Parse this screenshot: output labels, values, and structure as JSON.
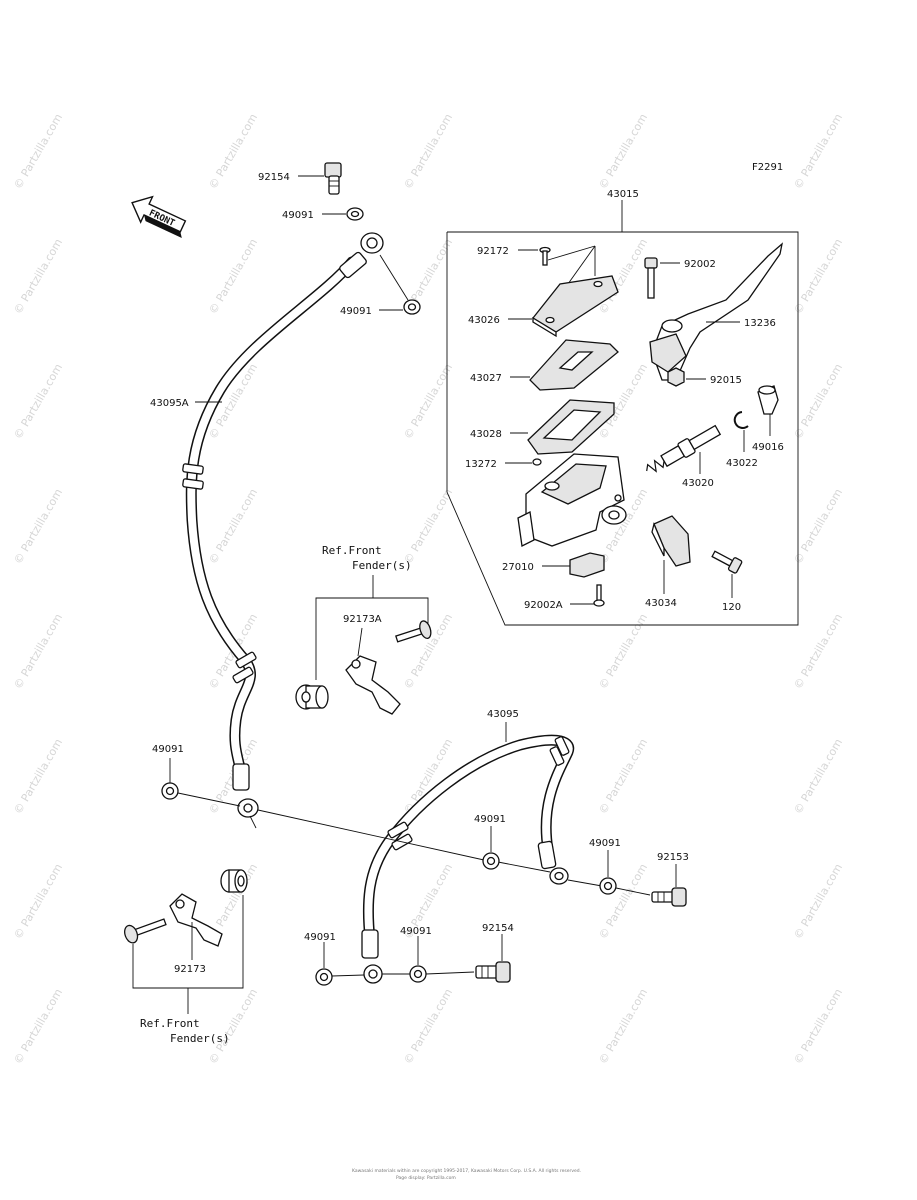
{
  "figure_code": "F2291",
  "front_label": "FRONT",
  "watermark": "© Partzilla.com",
  "parts": {
    "p43015": "43015",
    "p92154_top": "92154",
    "p49091_top": "49091",
    "p49091_mid": "49091",
    "p43095A": "43095A",
    "p92172": "92172",
    "p43026": "43026",
    "p43027": "43027",
    "p43028": "43028",
    "p13272": "13272",
    "p27010": "27010",
    "p92002A": "92002A",
    "p43034": "43034",
    "p120": "120",
    "p43020": "43020",
    "p43022": "43022",
    "p49016": "49016",
    "p92015": "92015",
    "p13236": "13236",
    "p92002": "92002",
    "p92173A": "92173A",
    "p43095": "43095",
    "p49091_left": "49091",
    "p49091_center": "49091",
    "p49091_right": "49091",
    "p92153": "92153",
    "p49091_bottom1": "49091",
    "p49091_bottom2": "49091",
    "p92154_bottom": "92154",
    "p92173": "92173"
  },
  "refs": {
    "ref_top_1": "Ref.Front",
    "ref_top_2": "Fender(s)",
    "ref_bottom_1": "Ref.Front",
    "ref_bottom_2": "Fender(s)"
  },
  "footer": {
    "line1": "Kawasaki materials within are copyright 1995-2017, Kawasaki Motors Corp. U.S.A. All rights reserved.",
    "line2": "Page display: Partzilla.com"
  }
}
